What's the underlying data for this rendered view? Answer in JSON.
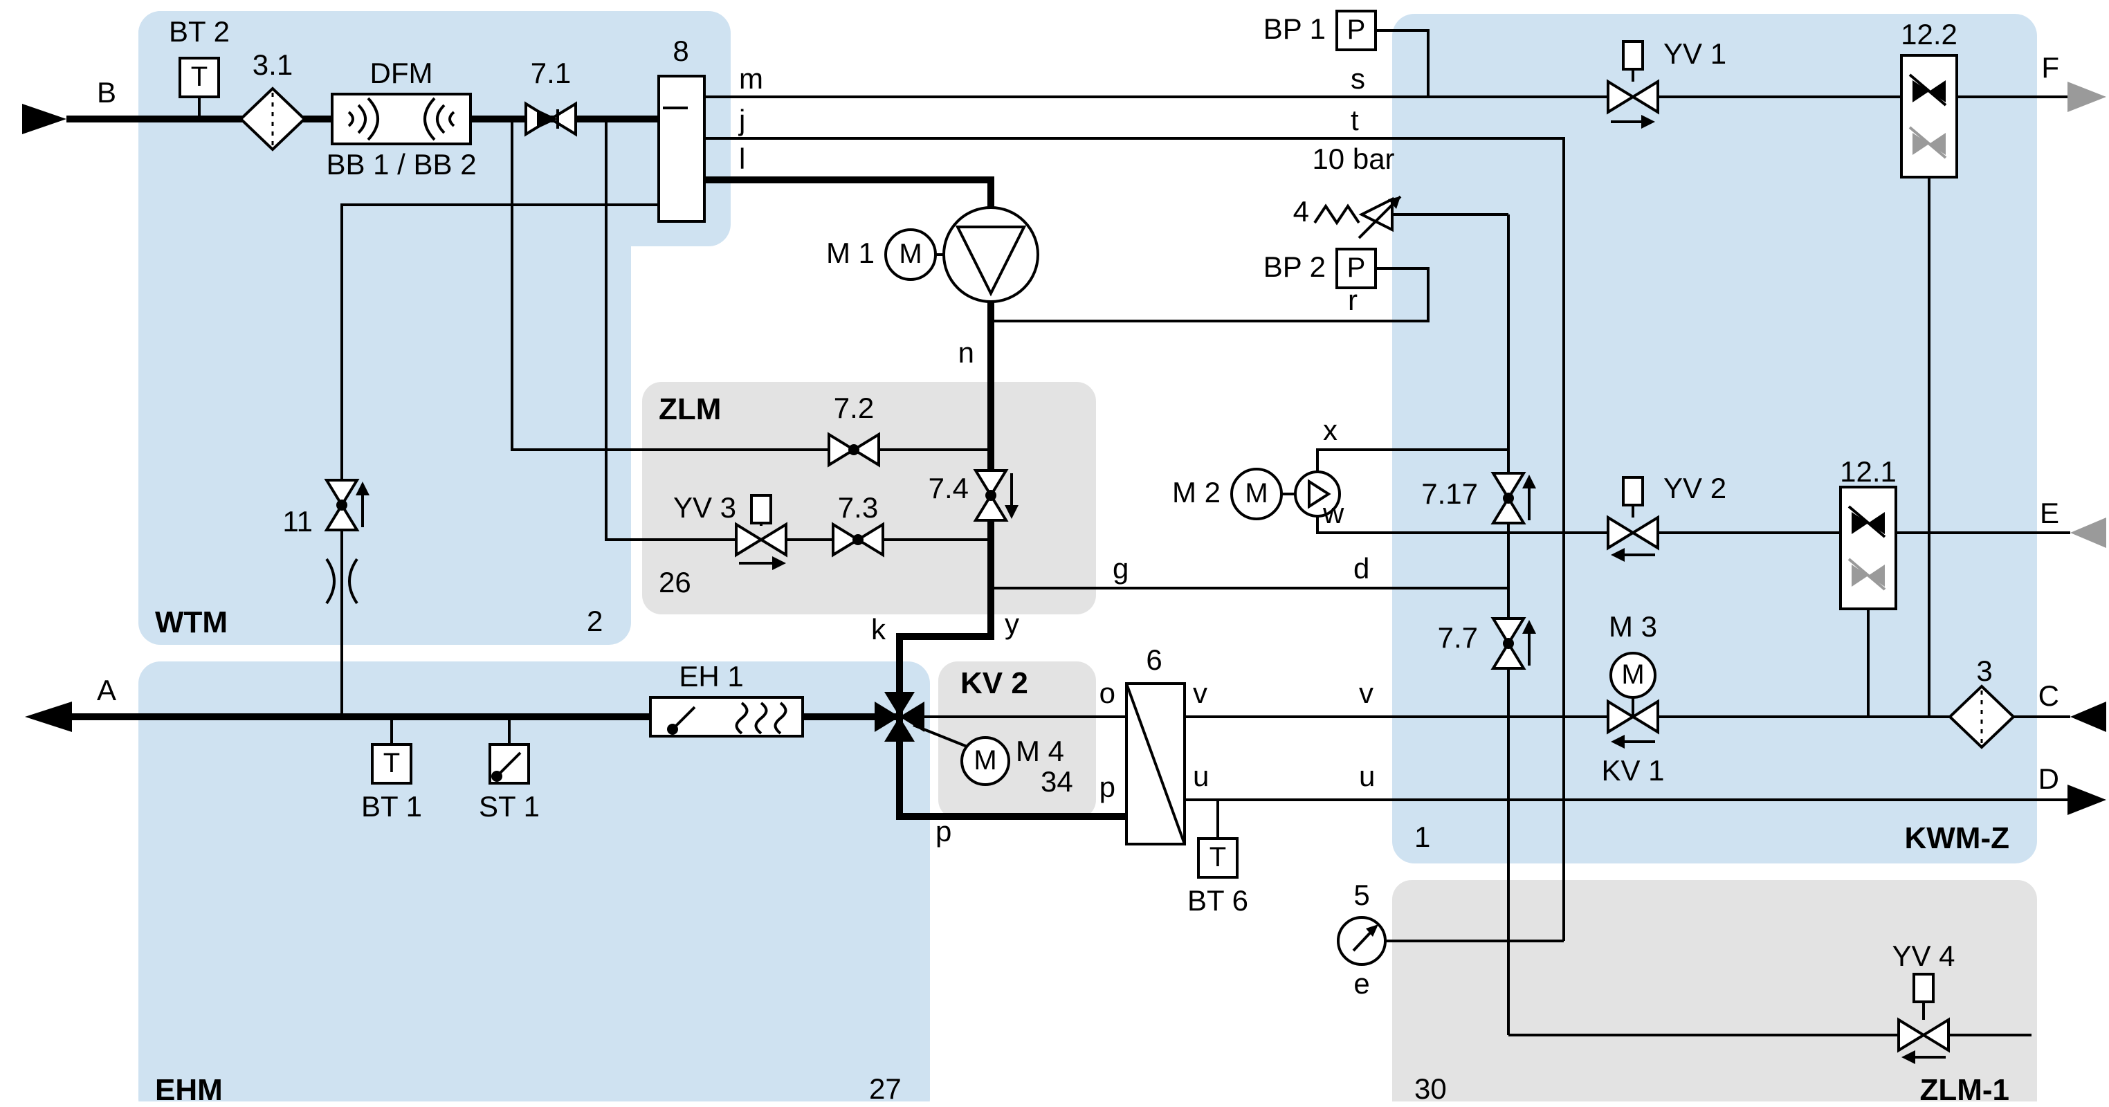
{
  "diagram": {
    "modules": {
      "wtm": {
        "name": "WTM",
        "number": "2"
      },
      "ehm": {
        "name": "EHM",
        "number": "27"
      },
      "kwmz": {
        "name": "KWM-Z",
        "number": "1"
      },
      "zlm": {
        "name": "ZLM",
        "number": "26"
      },
      "kv2": {
        "name": "KV 2",
        "number": "34"
      },
      "zlm1": {
        "name": "ZLM-1",
        "number": "30"
      }
    },
    "io": {
      "b": "B",
      "a": "A",
      "c": "C",
      "d": "D",
      "e": "E",
      "f": "F"
    },
    "lines": {
      "m": "m",
      "j": "j",
      "l": "l",
      "n": "n",
      "k": "k",
      "y": "y",
      "s": "s",
      "t": "t",
      "r": "r",
      "g": "g",
      "d": "d",
      "x": "x",
      "w": "w",
      "o": "o",
      "p": "p",
      "v": "v",
      "u": "u",
      "e": "e"
    },
    "components": {
      "bt2": "BT 2",
      "f31": "3.1",
      "dfm": "DFM",
      "bb": "BB 1 / BB 2",
      "v71": "7.1",
      "tank8": "8",
      "m1": "M 1",
      "m2": "M 2",
      "m3": "M 3",
      "m4": "M 4",
      "bp1": "BP 1",
      "bp2": "BP 2",
      "relief_pressure": "10 bar",
      "relief4": "4",
      "yv1": "YV 1",
      "yv2": "YV 2",
      "yv3": "YV 3",
      "yv4": "YV 4",
      "b122": "12.2",
      "b121": "12.1",
      "v717": "7.17",
      "v77": "7.7",
      "v72": "7.2",
      "v73": "7.3",
      "v74": "7.4",
      "v11": "11",
      "eh1": "EH 1",
      "bt1": "BT 1",
      "st1": "ST 1",
      "bt6": "BT 6",
      "kv1": "KV 1",
      "hx6": "6",
      "f3": "3",
      "g5": "5"
    },
    "symbols": {
      "temp": "T",
      "pressure": "P",
      "motor": "M"
    },
    "colors": {
      "module_blue": "#cfe2f1",
      "module_gray": "#e3e3e3",
      "line": "#000000",
      "secondary": "#9a9a9a"
    }
  }
}
